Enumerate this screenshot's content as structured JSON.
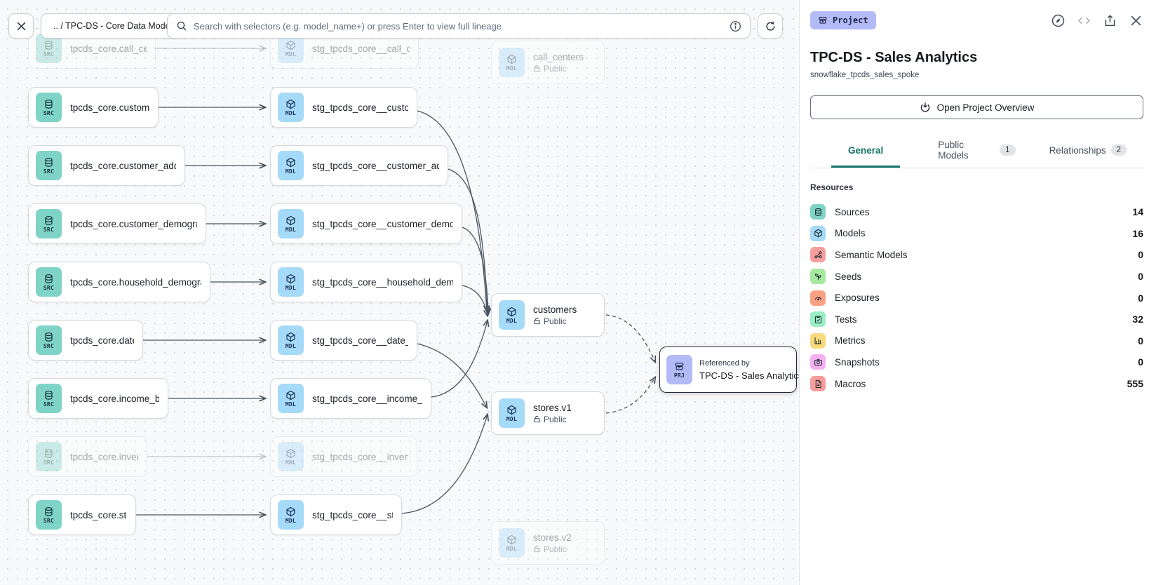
{
  "toolbar": {
    "breadcrumb": ".. / TPC-DS - Core Data Models",
    "search_placeholder": "Search with selectors (e.g. model_name+) or press Enter to view full lineage"
  },
  "badges": {
    "src": "SRC",
    "mdl": "MDL",
    "prj": "PRJ"
  },
  "canvas": {
    "pairs": [
      {
        "src": "tpcds_core.call_center",
        "mdl": "stg_tpcds_core__call_center",
        "faded": true
      },
      {
        "src": "tpcds_core.customer",
        "mdl": "stg_tpcds_core__customer"
      },
      {
        "src": "tpcds_core.customer_address",
        "mdl": "stg_tpcds_core__customer_address"
      },
      {
        "src": "tpcds_core.customer_demographics",
        "mdl": "stg_tpcds_core__customer_demogra…"
      },
      {
        "src": "tpcds_core.household_demographics",
        "mdl": "stg_tpcds_core__household_demogr…"
      },
      {
        "src": "tpcds_core.date_dim",
        "mdl": "stg_tpcds_core__date_dim"
      },
      {
        "src": "tpcds_core.income_band",
        "mdl": "stg_tpcds_core__income_band"
      },
      {
        "src": "tpcds_core.inventory",
        "mdl": "stg_tpcds_core__inventory",
        "faded": true
      },
      {
        "src": "tpcds_core.store",
        "mdl": "stg_tpcds_core__store"
      }
    ],
    "public_nodes": [
      {
        "name": "call_centers",
        "visibility": "Public",
        "faded": true
      },
      {
        "name": "customers",
        "visibility": "Public"
      },
      {
        "name": "stores.v1",
        "visibility": "Public"
      },
      {
        "name": "stores.v2",
        "visibility": "Public",
        "faded": true
      }
    ],
    "project_node": {
      "kicker": "Referenced by",
      "name": "TPC-DS - Sales Analytics"
    }
  },
  "panel": {
    "type_chip": "Project",
    "title": "TPC-DS - Sales Analytics",
    "subtitle": "snowflake_tpcds_sales_spoke",
    "overview_button": "Open Project Overview",
    "tabs": [
      {
        "label": "General",
        "active": true
      },
      {
        "label": "Public Models",
        "badge": "1"
      },
      {
        "label": "Relationships",
        "badge": "2"
      }
    ],
    "resources_label": "Resources",
    "resources": [
      {
        "label": "Sources",
        "count": "14",
        "icon": "database-icon",
        "color": "#7fd4c7"
      },
      {
        "label": "Models",
        "count": "16",
        "icon": "cube-icon",
        "color": "#a5daf8"
      },
      {
        "label": "Semantic Models",
        "count": "0",
        "icon": "graph-icon",
        "color": "#f79d9d"
      },
      {
        "label": "Seeds",
        "count": "0",
        "icon": "seedling-icon",
        "color": "#a6e99e"
      },
      {
        "label": "Exposures",
        "count": "0",
        "icon": "gauge-icon",
        "color": "#fba183"
      },
      {
        "label": "Tests",
        "count": "32",
        "icon": "clipboard-check-icon",
        "color": "#9aeec4"
      },
      {
        "label": "Metrics",
        "count": "0",
        "icon": "bar-chart-icon",
        "color": "#f8da7c"
      },
      {
        "label": "Snapshots",
        "count": "0",
        "icon": "camera-icon",
        "color": "#f5b0f0"
      },
      {
        "label": "Macros",
        "count": "555",
        "icon": "file-icon",
        "color": "#f79d9d"
      }
    ]
  }
}
